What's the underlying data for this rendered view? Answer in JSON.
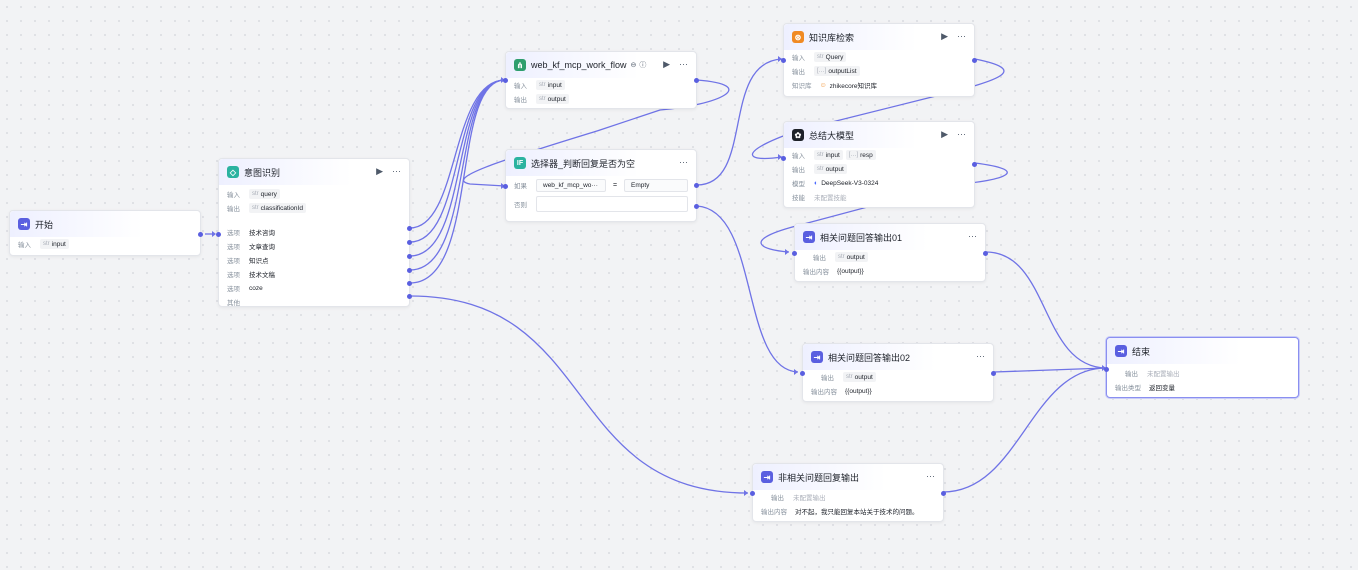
{
  "colors": {
    "edge": "#6f73e6",
    "accent": "#5a5fe0"
  },
  "nodes": {
    "start": {
      "title": "开始",
      "icon": "start-icon",
      "input_label": "输入",
      "input_type": "str",
      "input_value": "input"
    },
    "intent": {
      "title": "意图识别",
      "icon": "intent-icon",
      "input_label": "输入",
      "input_type": "str",
      "input_value": "query",
      "output_label": "输出",
      "output_type": "str",
      "output_value": "classificationId",
      "options": [
        {
          "label": "选项",
          "value": "技术咨询"
        },
        {
          "label": "选项",
          "value": "文章查询"
        },
        {
          "label": "选项",
          "value": "知识点"
        },
        {
          "label": "选项",
          "value": "技术文稿"
        },
        {
          "label": "选项",
          "value": "coze"
        }
      ],
      "other_label": "其他"
    },
    "workflow": {
      "title": "web_kf_mcp_work_flow",
      "icon": "workflow-icon",
      "input_label": "输入",
      "input_type": "str",
      "input_value": "input",
      "output_label": "输出",
      "output_type": "str",
      "output_value": "output"
    },
    "selector": {
      "title": "选择器_判断回复是否为空",
      "icon": "if-icon",
      "icon_text": "IF",
      "if_label": "如果",
      "cond_left": "web_kf_mcp_wo···",
      "cond_op": "=",
      "cond_right": "Empty",
      "else_label": "否则"
    },
    "kb": {
      "title": "知识库检索",
      "icon": "knowledge-icon",
      "input_label": "输入",
      "input_type": "str",
      "input_value": "Query",
      "output_label": "输出",
      "output_type": "[…]",
      "output_value": "outputList",
      "kb_label": "知识库",
      "kb_value": "zhikecore知识库"
    },
    "llm": {
      "title": "总结大模型",
      "icon": "llm-icon",
      "input_label": "输入",
      "input_type": "str",
      "input_value": "input",
      "input_type2": "[…]",
      "input_value2": "resp",
      "output_label": "输出",
      "output_type": "str",
      "output_value": "output",
      "model_label": "模型",
      "model_value": "DeepSeek-V3-0324",
      "skill_label": "技能",
      "skill_value": "未配置技能"
    },
    "out01": {
      "title": "相关问题回答输出01",
      "icon": "output-icon",
      "output_label": "输出",
      "output_type": "str",
      "output_value": "output",
      "content_label": "输出内容",
      "content_value": "{{output}}"
    },
    "out02": {
      "title": "相关问题回答输出02",
      "icon": "output-icon",
      "output_label": "输出",
      "output_type": "str",
      "output_value": "output",
      "content_label": "输出内容",
      "content_value": "{{output}}"
    },
    "nonrel": {
      "title": "非相关问题回复输出",
      "icon": "output-icon",
      "output_label": "输出",
      "output_value": "未配置输出",
      "content_label": "输出内容",
      "content_value": "对不起，我只能回复本站关于技术的问题。"
    },
    "end": {
      "title": "结束",
      "icon": "end-icon",
      "output_label": "输出",
      "output_value": "未配置输出",
      "type_label": "输出类型",
      "type_value": "返回变量"
    }
  }
}
